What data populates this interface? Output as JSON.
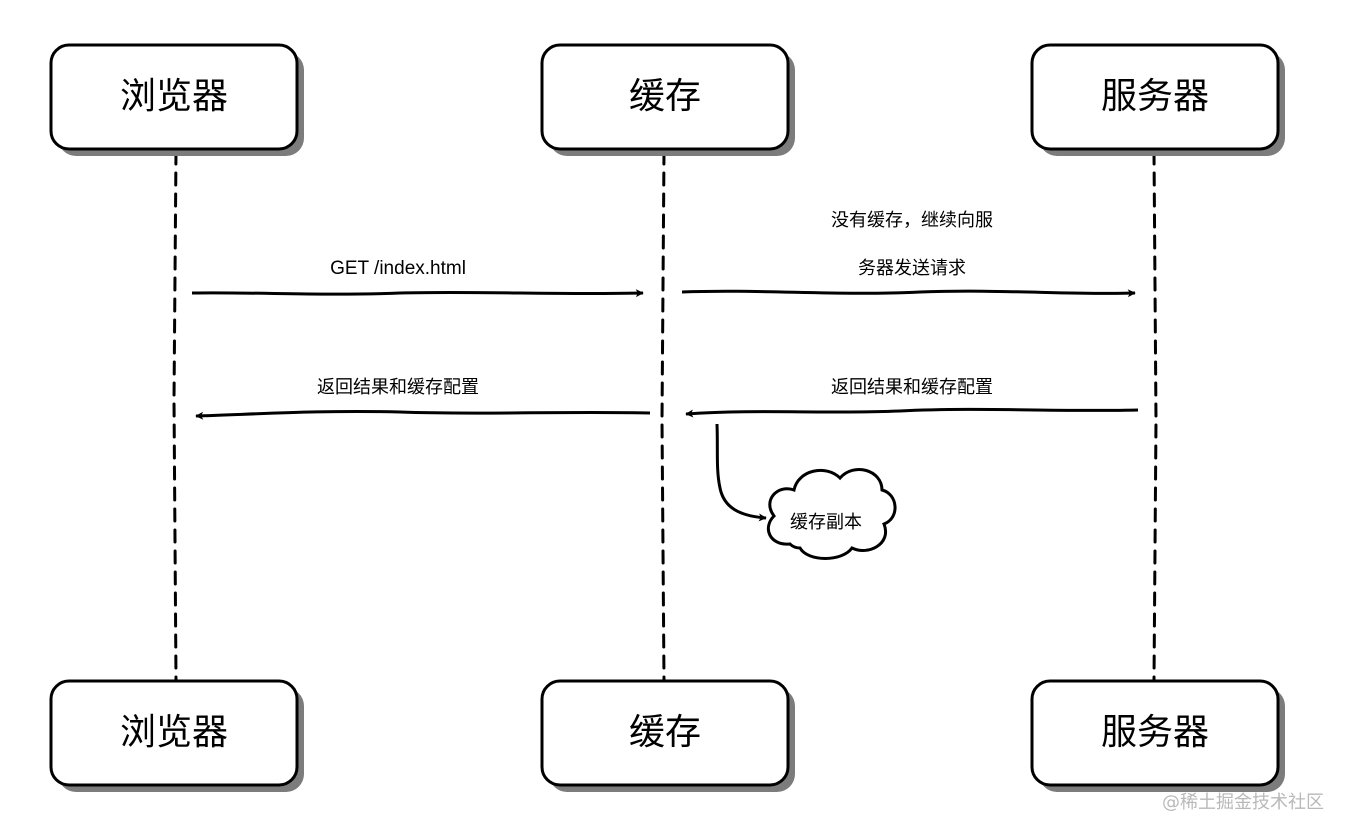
{
  "participants": [
    {
      "id": "browser",
      "label": "浏览器"
    },
    {
      "id": "cache",
      "label": "缓存"
    },
    {
      "id": "server",
      "label": "服务器"
    }
  ],
  "messages": [
    {
      "id": "request",
      "text": "GET /index.html"
    },
    {
      "id": "forward",
      "lines": [
        "没有缓存，继续向服",
        "务器发送请求"
      ]
    },
    {
      "id": "server-response",
      "text": "返回结果和缓存配置"
    },
    {
      "id": "browser-response",
      "text": "返回结果和缓存配置"
    }
  ],
  "note": {
    "text": "缓存副本"
  },
  "watermark": "@稀土掘金技术社区",
  "colors": {
    "ink": "#000000",
    "shadow": "#7c7c7c",
    "box": "#ffffff",
    "watermark": "#b9b9b9"
  }
}
